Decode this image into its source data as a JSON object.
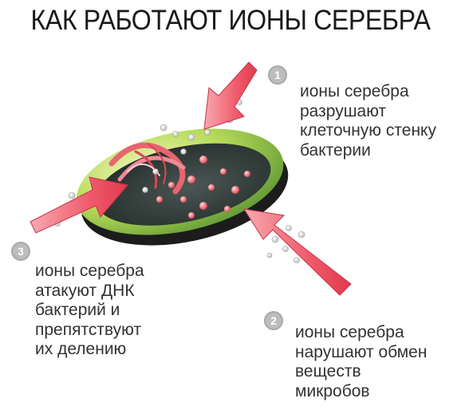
{
  "title": "КАК РАБОТАЮТ ИОНЫ СЕРЕБРА",
  "steps": [
    {
      "number": "1",
      "text": "ионы серебра\nразрушают\nклеточную стенку\nбактерии"
    },
    {
      "number": "2",
      "text": "ионы серебра\nнарушают обмен\nвеществ\nмикробов"
    },
    {
      "number": "3",
      "text": "ионы серебра\nатакуют ДНК\nбактерий и\nпрепятствуют\nих делению"
    }
  ],
  "colors": {
    "arrow": "#ee5a6a",
    "cell_wall": "#c9e06b",
    "cell_inner": "#2f3b38",
    "dna": "#e0505a",
    "badge": "#a8a8a8"
  }
}
